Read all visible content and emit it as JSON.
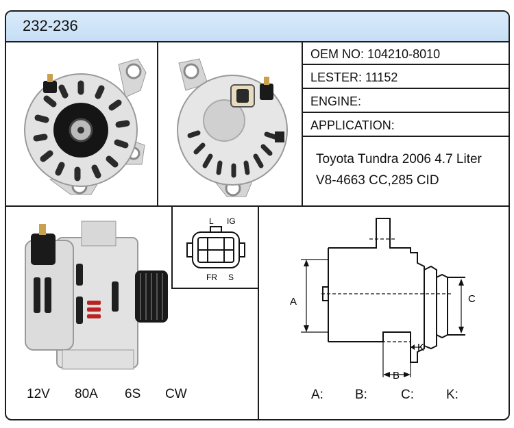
{
  "header": {
    "part_number": "232-236"
  },
  "specs": {
    "oem": "OEM NO: 104210-8010",
    "lester": "LESTER: 11152",
    "engine": "ENGINE:",
    "application": "APPLICATION:"
  },
  "application_text": {
    "line1": "Toyota Tundra 2006 4.7 Liter",
    "line2": "V8-4663 CC,285 CID"
  },
  "electrical": {
    "voltage": "12V",
    "amperage": "80A",
    "groove": "6S",
    "rotation": "CW"
  },
  "connector_labels": {
    "l": "L",
    "ig": "IG",
    "fr": "FR",
    "s": "S"
  },
  "dimension_letters": {
    "a": "A",
    "b": "B",
    "c": "C",
    "k": "K"
  },
  "dimension_values": {
    "a": "A:",
    "b": "B:",
    "c": "C:",
    "k": "K:"
  }
}
